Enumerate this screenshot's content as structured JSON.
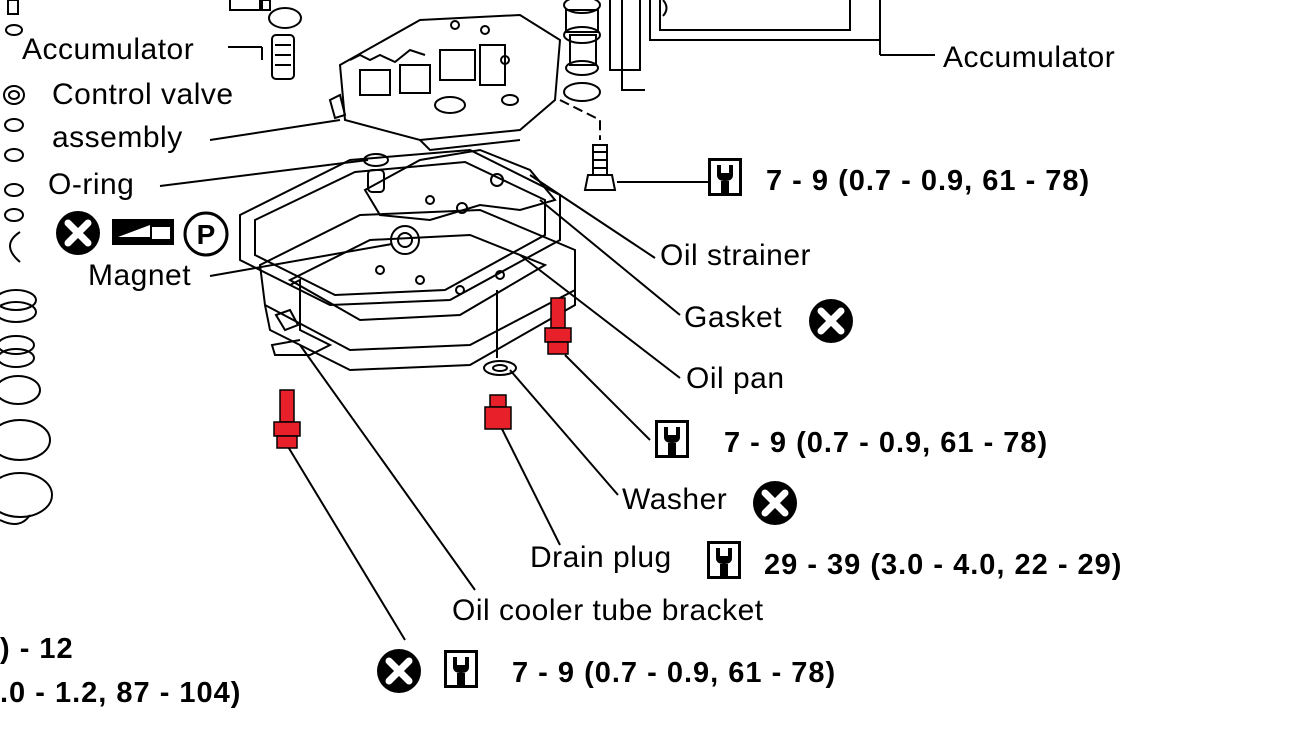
{
  "labels": {
    "accumulator_left": "Accumulator",
    "accumulator_right": "Accumulator",
    "control_valve_1": "Control valve",
    "control_valve_2": "assembly",
    "o_ring": "O-ring",
    "magnet": "Magnet",
    "oil_strainer": "Oil strainer",
    "gasket": "Gasket",
    "oil_pan": "Oil pan",
    "washer": "Washer",
    "drain_plug": "Drain plug",
    "oil_cooler_tube_bracket": "Oil cooler tube bracket"
  },
  "torques": {
    "control_valve_bolt": "7 - 9 (0.7 - 0.9, 61 - 78)",
    "oil_pan_bolt": "7 - 9 (0.7 - 0.9, 61 - 78)",
    "drain_plug": "29 - 39 (3.0 - 4.0, 22 - 29)",
    "bracket_bolt": "7 - 9 (0.7 - 0.9, 61 - 78)",
    "cut_line1": ") - 12",
    "cut_line2": ".0 - 1.2, 87 - 104)"
  },
  "symbols": {
    "p_symbol": "P"
  },
  "icons": [
    "wrench-torque-icon",
    "do-not-reuse-icon",
    "sealant-icon",
    "p-symbol-icon"
  ],
  "colors": {
    "highlight_bolt": "#e8202a",
    "line": "#000000"
  }
}
